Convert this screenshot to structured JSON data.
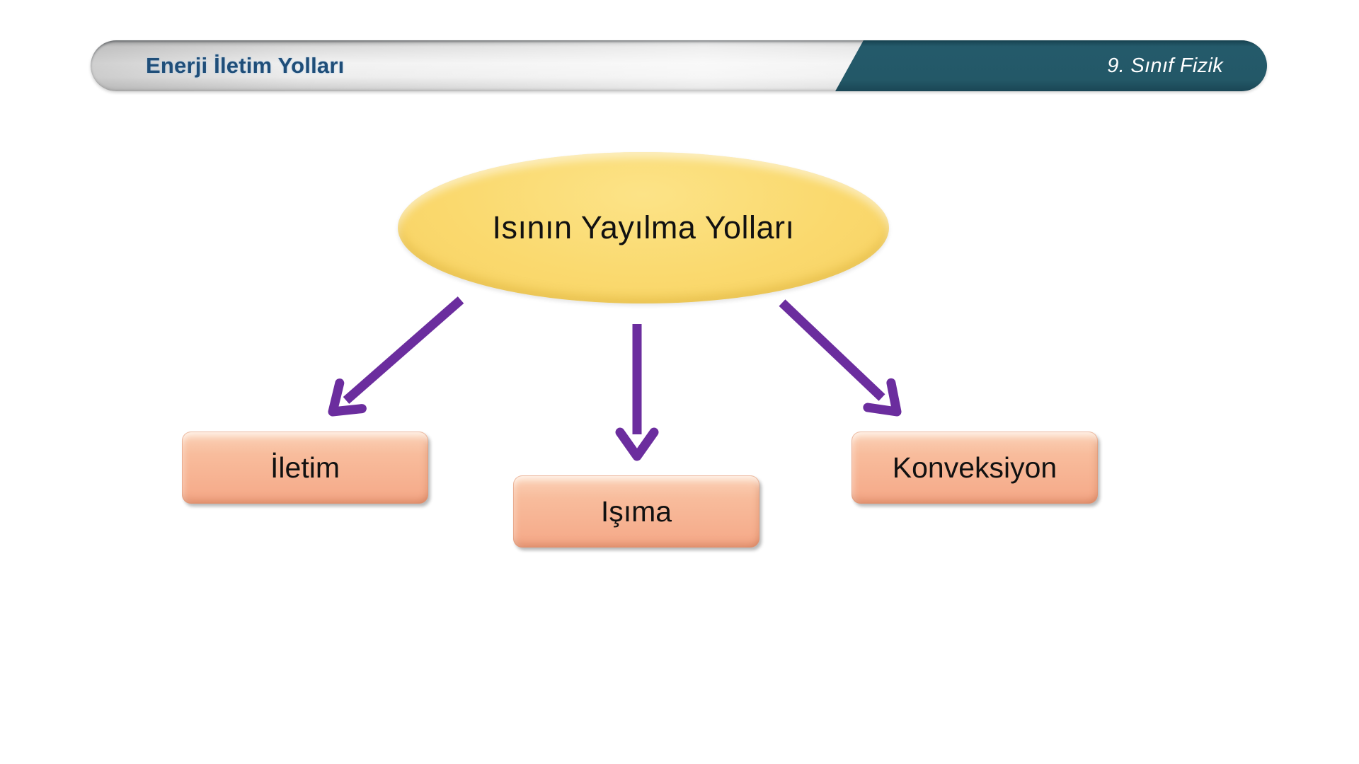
{
  "header": {
    "title": "Enerji İletim Yolları",
    "course": "9. Sınıf Fizik"
  },
  "diagram": {
    "root_label": "Isının Yayılma Yolları",
    "children": [
      {
        "label": "İletim"
      },
      {
        "label": "Işıma"
      },
      {
        "label": "Konveksiyon"
      }
    ]
  },
  "colors": {
    "header_teal": "#235867",
    "header_gray": "#ececec",
    "title_blue": "#1f4e79",
    "course_text": "#ffffff",
    "ellipse_yellow": "#fad96e",
    "box_salmon": "#f5a887",
    "arrow_purple": "#6b2d9e",
    "node_text": "#111111",
    "background": "#ffffff"
  }
}
